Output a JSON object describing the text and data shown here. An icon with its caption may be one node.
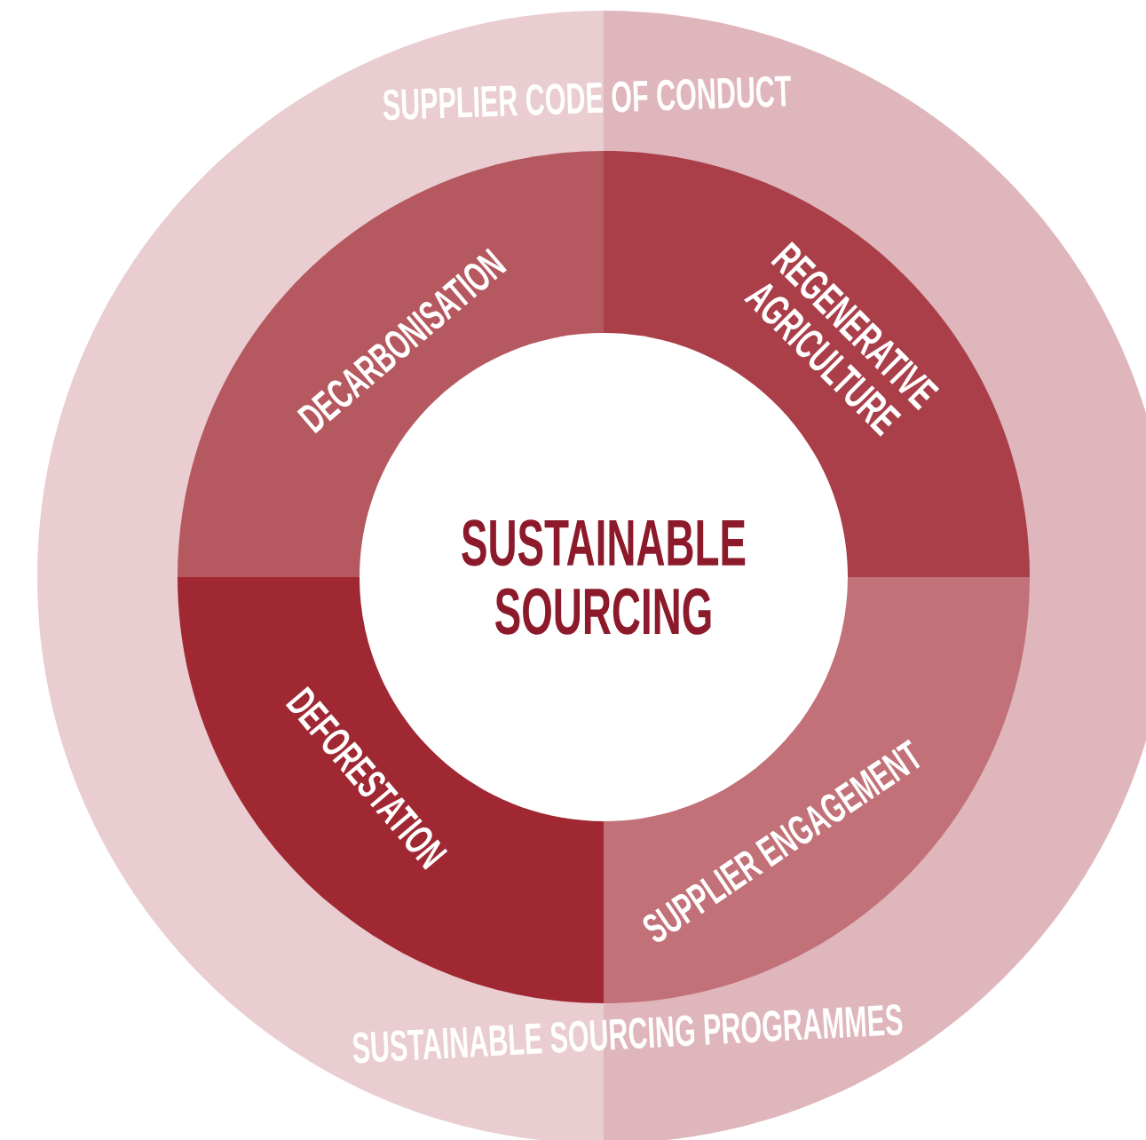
{
  "diagram": {
    "nodes": [
      {
        "text": [
          "SUPPLIER CODE OF CONDUCT",
          "SUSTAINABLE SOURCING PROGRAMMES"
        ]
      },
      {
        "text": [
          "DECARBONISATION"
        ],
        "in": 0
      },
      {
        "text": [
          "REGENERATIVE AGRICULTURE"
        ],
        "in": 0
      },
      {
        "text": [
          "SUSTAINABLE SOURCING"
        ],
        "in": 0
      },
      {
        "text": [
          "DEFORESTATION"
        ],
        "in": 0
      },
      {
        "text": [
          "SUPPLIER ENGAGEMENT"
        ],
        "in": 0
      }
    ]
  }
}
